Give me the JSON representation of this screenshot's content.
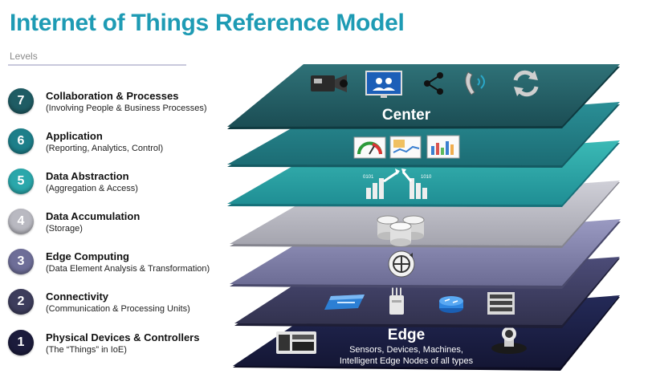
{
  "title": "Internet of Things Reference Model",
  "subtitle": "Levels",
  "levels": [
    {
      "number": "7",
      "name": "Collaboration & Processes",
      "desc": "(Involving People & Business Processes)",
      "color": "#1f5c64"
    },
    {
      "number": "6",
      "name": "Application",
      "desc": "(Reporting, Analytics, Control)",
      "color": "#1d7f8a"
    },
    {
      "number": "5",
      "name": "Data Abstraction",
      "desc": "(Aggregation & Access)",
      "color": "#2aa7ab"
    },
    {
      "number": "4",
      "name": "Data Accumulation",
      "desc": "(Storage)",
      "color": "#b9b9c1"
    },
    {
      "number": "3",
      "name": "Edge  Computing",
      "desc": "(Data Element Analysis & Transformation)",
      "color": "#6e6e98"
    },
    {
      "number": "2",
      "name": "Connectivity",
      "desc": "(Communication & Processing Units)",
      "color": "#3d3d5c"
    },
    {
      "number": "1",
      "name": "Physical Devices & Controllers",
      "desc": "(The “Things” in IoE)",
      "color": "#1c1c3c"
    }
  ],
  "layers": {
    "center_label": "Center",
    "edge_label": "Edge",
    "edge_desc_line1": "Sensors, Devices, Machines,",
    "edge_desc_line2": "Intelligent Edge Nodes of all types"
  }
}
